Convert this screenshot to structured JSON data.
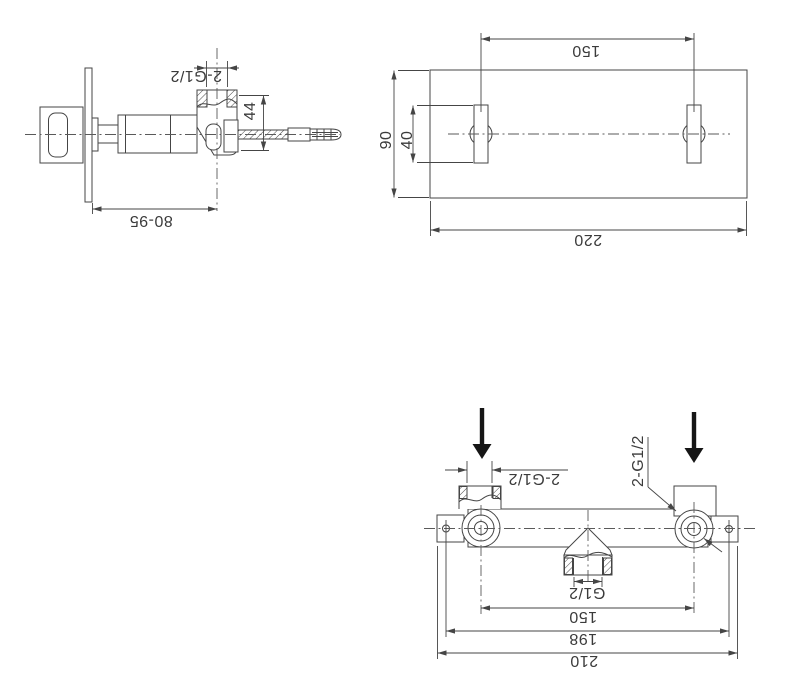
{
  "drawing": {
    "colors": {
      "background": "#ffffff",
      "line": "#454545",
      "text": "#3b3b3b",
      "flow_arrow": "#161616"
    },
    "views": {
      "side_view": {
        "dims": {
          "port_thread": "2-G1/2",
          "body_height": "44",
          "wall_depth_range": "80-95"
        }
      },
      "plate_view": {
        "dims": {
          "slot_spacing": "150",
          "plate_height": "90",
          "slot_length": "40",
          "plate_width": "220"
        }
      },
      "body_view": {
        "dims": {
          "inlet_thread": "2-G1/2",
          "inlet_thread_callout": "2-G1/2",
          "outlet_thread": "G1/2",
          "inlet_spacing": "150",
          "mount_hole_spacing": "198",
          "overall_width": "210"
        }
      }
    }
  }
}
